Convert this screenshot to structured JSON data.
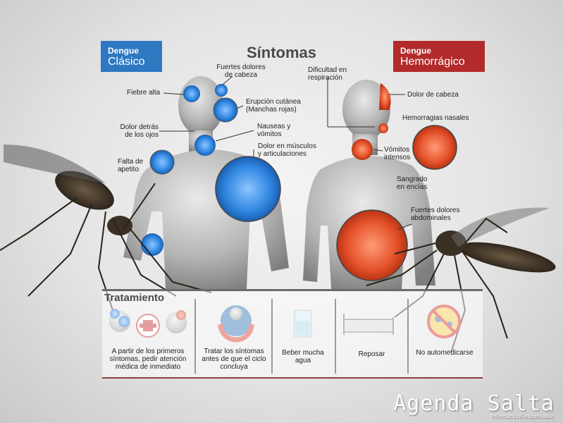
{
  "title": "Síntomas",
  "classic": {
    "line1": "Dengue",
    "line2": "Clásico"
  },
  "hemorrhagic": {
    "line1": "Dengue",
    "line2": "Hemorrágico"
  },
  "classic_symptoms": {
    "headache": "Fuertes dolores de cabeza",
    "fever": "Fiebre alta",
    "rash": "Erupción cutánea (Manchas rojas)",
    "eye_pain": "Dolor detrás de los ojos",
    "nausea": "Nauseas y vómitos",
    "muscle_pain": "Dolor en músculos y articulaciones",
    "appetite": "Falta de apetito"
  },
  "hemorrhagic_symptoms": {
    "breathing": "Dificultad en respiración",
    "headache": "Dolor de cabeza",
    "nosebleeds": "Hemorragias nasales",
    "vomiting": "Vómitos intensos",
    "gum_bleeding": "Sangrado en encías",
    "abdominal": "Fuertes dolores abdominales"
  },
  "treatment": {
    "title": "Tratamiento",
    "items": [
      "A partir de los primeros síntomas, pedir atención médica de inmediato",
      "Tratar los síntomas antes de que el ciclo concluya",
      "Beber mucha agua",
      "Reposar",
      "No automedicarse"
    ]
  },
  "watermark": {
    "brand": "Agenda Salta",
    "tagline": "InformaciónResponsable"
  },
  "colors": {
    "classic": "#2e78c2",
    "hemorrhagic": "#b32a2a",
    "blue_spot": "#3d8fe0",
    "red_spot": "#e0552a"
  }
}
